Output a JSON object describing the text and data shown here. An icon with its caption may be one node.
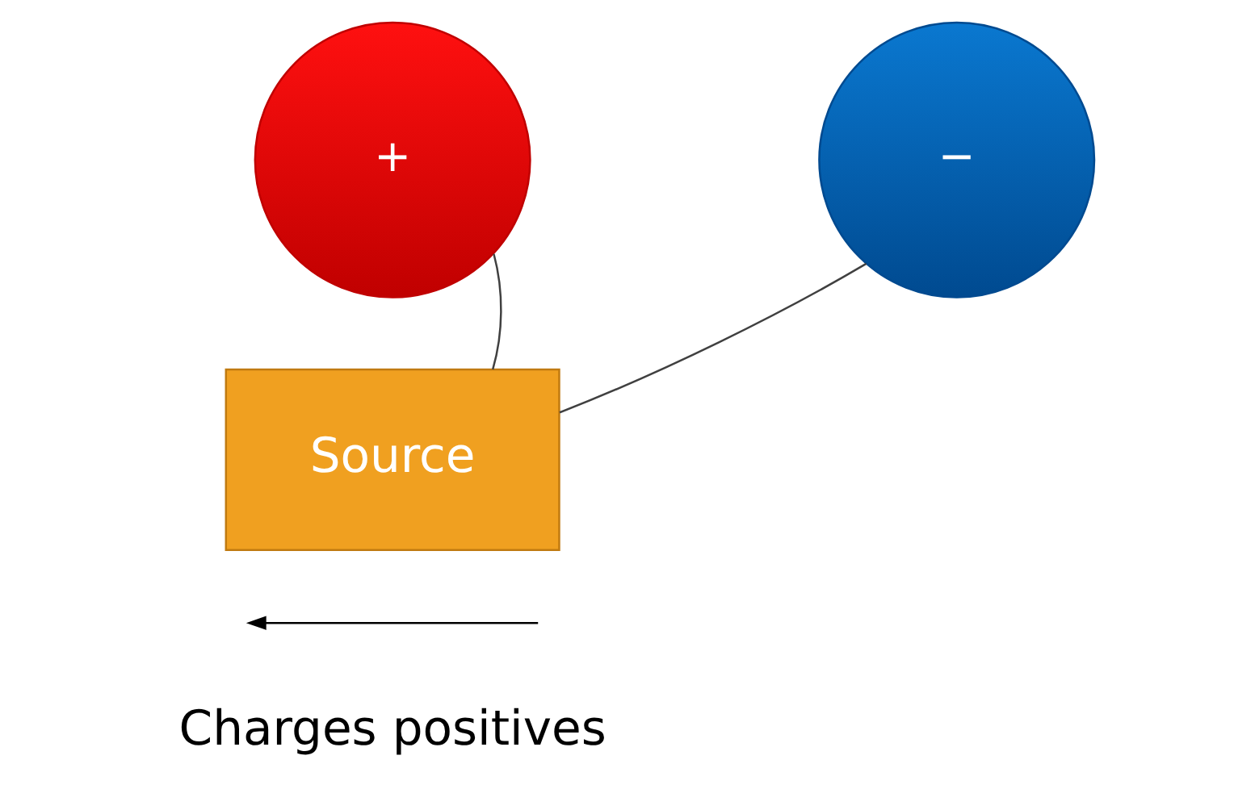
{
  "diagram": {
    "nodes": [
      {
        "text": [
          "+"
        ]
      },
      {
        "text": [
          "−"
        ]
      },
      {
        "text": [
          "Source"
        ]
      }
    ],
    "edges": [
      {
        "from": 0,
        "to": 2,
        "arrow": "none"
      },
      {
        "from": 2,
        "to": 1,
        "arrow": "none"
      }
    ],
    "labels": [
      "Charges positives"
    ]
  }
}
